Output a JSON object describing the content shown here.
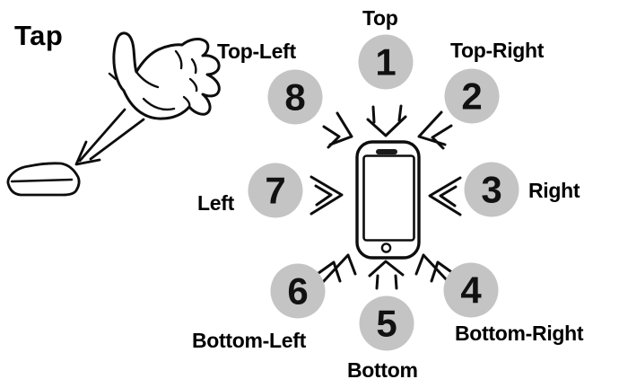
{
  "title": "Tap",
  "colors": {
    "circle_fill": "#c4c4c4",
    "ink": "#000000",
    "background": "#ffffff"
  },
  "directions": [
    {
      "number": "1",
      "label": "Top"
    },
    {
      "number": "2",
      "label": "Top-Right"
    },
    {
      "number": "3",
      "label": "Right"
    },
    {
      "number": "4",
      "label": "Bottom-Right"
    },
    {
      "number": "5",
      "label": "Bottom"
    },
    {
      "number": "6",
      "label": "Bottom-Left"
    },
    {
      "number": "7",
      "label": "Left"
    },
    {
      "number": "8",
      "label": "Top-Left"
    }
  ]
}
